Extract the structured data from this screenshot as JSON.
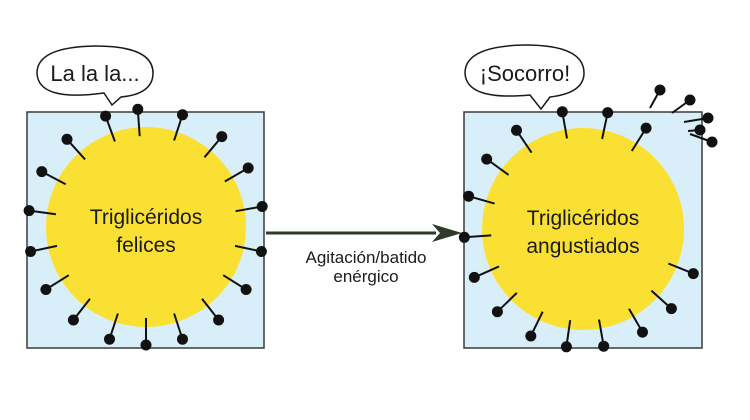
{
  "panels": [
    {
      "bubble_text": "La la la...",
      "blob_label_line1": "Triglicéridos",
      "blob_label_line2": "felices"
    },
    {
      "bubble_text": "¡Socorro!",
      "blob_label_line1": "Triglicéridos",
      "blob_label_line2": "angustiados"
    }
  ],
  "arrow_label_line1": "Agitación/batido",
  "arrow_label_line2": "enérgico",
  "colors": {
    "box_fill": "#d8effa",
    "box_stroke": "#3a3a3a",
    "blob_fill": "#fbe034",
    "emulsifier": "#111111",
    "arrow": "#2e3a2a"
  }
}
